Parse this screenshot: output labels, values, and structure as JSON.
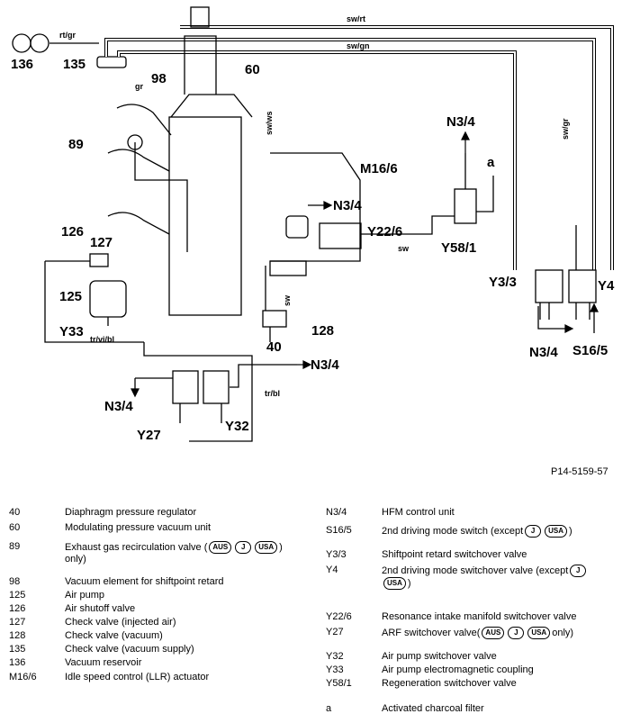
{
  "figure_ref": "P14-5159-57",
  "diagram_labels": {
    "l136": "136",
    "l135": "135",
    "l98": "98",
    "l60": "60",
    "l89": "89",
    "lM16_6": "M16/6",
    "lN34a": "N3/4",
    "lN34b": "N3/4",
    "lN34c": "N3/4",
    "lN34d": "N3/4",
    "lN34e": "N3/4",
    "la": "a",
    "lY58_1": "Y58/1",
    "lY22_6": "Y22/6",
    "lY3_3": "Y3/3",
    "lY4": "Y4",
    "lS16_5": "S16/5",
    "l126": "126",
    "l127": "127",
    "l125": "125",
    "lY33": "Y33",
    "l128": "128",
    "l40": "40",
    "lY27": "Y27",
    "lY32": "Y32"
  },
  "wire_labels": {
    "rtgr": "rt/gr",
    "swrt": "sw/rt",
    "swgn": "sw/gn",
    "gr": "gr",
    "swws": "sw/ws",
    "swgr": "sw/gr",
    "sw1": "sw",
    "sw2": "sw",
    "trvibl": "tr/vi/bl",
    "trbl": "tr/bl"
  },
  "legend": {
    "left": [
      {
        "code": "40",
        "parts": [
          "Diaphragm pressure regulator"
        ]
      },
      {
        "code": "60",
        "parts": [
          "Modulating pressure vacuum unit"
        ]
      },
      {
        "code": "89",
        "parts": [
          "Exhaust gas recirculation valve (",
          "AUS",
          "J",
          "USA",
          ")"
        ],
        "line2": "only)"
      },
      {
        "code": "98",
        "parts": [
          "Vacuum element for shiftpoint retard"
        ]
      },
      {
        "code": "125",
        "parts": [
          "Air pump"
        ]
      },
      {
        "code": "126",
        "parts": [
          "Air shutoff valve"
        ]
      },
      {
        "code": "127",
        "parts": [
          "Check valve (injected air)"
        ]
      },
      {
        "code": "128",
        "parts": [
          "Check valve (vacuum)"
        ]
      },
      {
        "code": "135",
        "parts": [
          "Check valve (vacuum supply)"
        ]
      },
      {
        "code": "136",
        "parts": [
          "Vacuum reservoir"
        ]
      },
      {
        "code": "M16/6",
        "parts": [
          "Idle speed control (LLR) actuator"
        ]
      }
    ],
    "right": [
      {
        "code": "N3/4",
        "parts": [
          "HFM control unit"
        ]
      },
      {
        "code": "S16/5",
        "parts": [
          "2nd driving mode switch (except",
          "J",
          "USA",
          ")"
        ]
      },
      {
        "code": "Y3/3",
        "parts": [
          "Shiftpoint retard switchover valve"
        ]
      },
      {
        "code": "Y4",
        "parts": [
          "2nd driving mode switchover valve (except",
          "J"
        ],
        "line2badge": "USA",
        "line2": ")"
      },
      {
        "code": "Y22/6",
        "parts": [
          "Resonance intake manifold switchover valve"
        ]
      },
      {
        "code": "Y27",
        "parts": [
          "ARF switchover valve(",
          "AUS",
          "J",
          "USA",
          "only)"
        ]
      },
      {
        "code": "Y32",
        "parts": [
          "Air pump switchover valve"
        ]
      },
      {
        "code": "Y33",
        "parts": [
          "Air pump electromagnetic coupling"
        ]
      },
      {
        "code": "Y58/1",
        "parts": [
          "Regeneration switchover valve"
        ]
      },
      {
        "code": "a",
        "parts": [
          "Activated charcoal filter"
        ]
      }
    ]
  }
}
